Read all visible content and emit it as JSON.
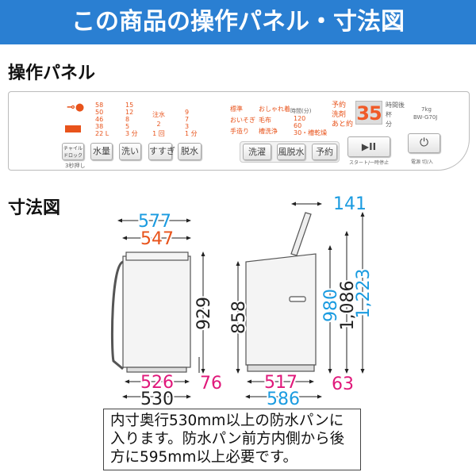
{
  "header": {
    "title": "この商品の操作パネル・寸法図"
  },
  "panel_section": {
    "title": "操作パネル"
  },
  "panel": {
    "water_levels": [
      "58",
      "50",
      "46",
      "38",
      "22 L"
    ],
    "wash_times": [
      "15",
      "12",
      "8",
      "5",
      "3 分"
    ],
    "rinse": [
      "注水",
      "2",
      "1 回"
    ],
    "spin_times": [
      "9",
      "7",
      "3",
      "1 分"
    ],
    "courses": [
      "標準",
      "おしゃれ着",
      "おいそぎ",
      "毛布",
      "手造り",
      "槽洗浄"
    ],
    "time_label": "時間(分)",
    "times": [
      "120",
      "60",
      "30・槽乾燥"
    ],
    "left_indicators": [
      "予約",
      "洗剤",
      "あと約"
    ],
    "display_value": "35",
    "right_indicators": [
      "時間後",
      "杯",
      "分"
    ],
    "capacity": "7kg",
    "model": "BW-G70J",
    "buttons": {
      "child_lock": "チャイルドロック",
      "water": "水量",
      "wash": "洗い",
      "rinse": "すすぎ",
      "spin": "脱水",
      "course": "洗濯",
      "air_dry": "風脱水",
      "timer": "予約",
      "start": "▶II",
      "power": "⏻"
    },
    "child_lock_hint": "3秒押し",
    "start_label": "スタート/一時停止",
    "power_label": "電源 切/入",
    "colors": {
      "indicator": "#e8531b"
    }
  },
  "dimension_section": {
    "title": "寸法図"
  },
  "dimensions": {
    "front": {
      "overall_width": "577",
      "body_width": "547",
      "height": "929",
      "base_height": "76",
      "inner_feet": "526",
      "base_width": "530"
    },
    "side": {
      "body_height": "858",
      "lid_clearance": "141",
      "height_hose": "980",
      "height_lid_mid": "1,086",
      "height_lid_open": "1,223",
      "inner_feet": "517",
      "back_offset": "63",
      "depth": "586"
    },
    "colors": {
      "blue": "#1a9be0",
      "orange": "#e8531b",
      "magenta": "#e0187a",
      "black": "#222222"
    }
  },
  "note": "内寸奥行530mm以上の防水パンに入ります。防水パン前方内側から後方に595mm以上必要です。"
}
